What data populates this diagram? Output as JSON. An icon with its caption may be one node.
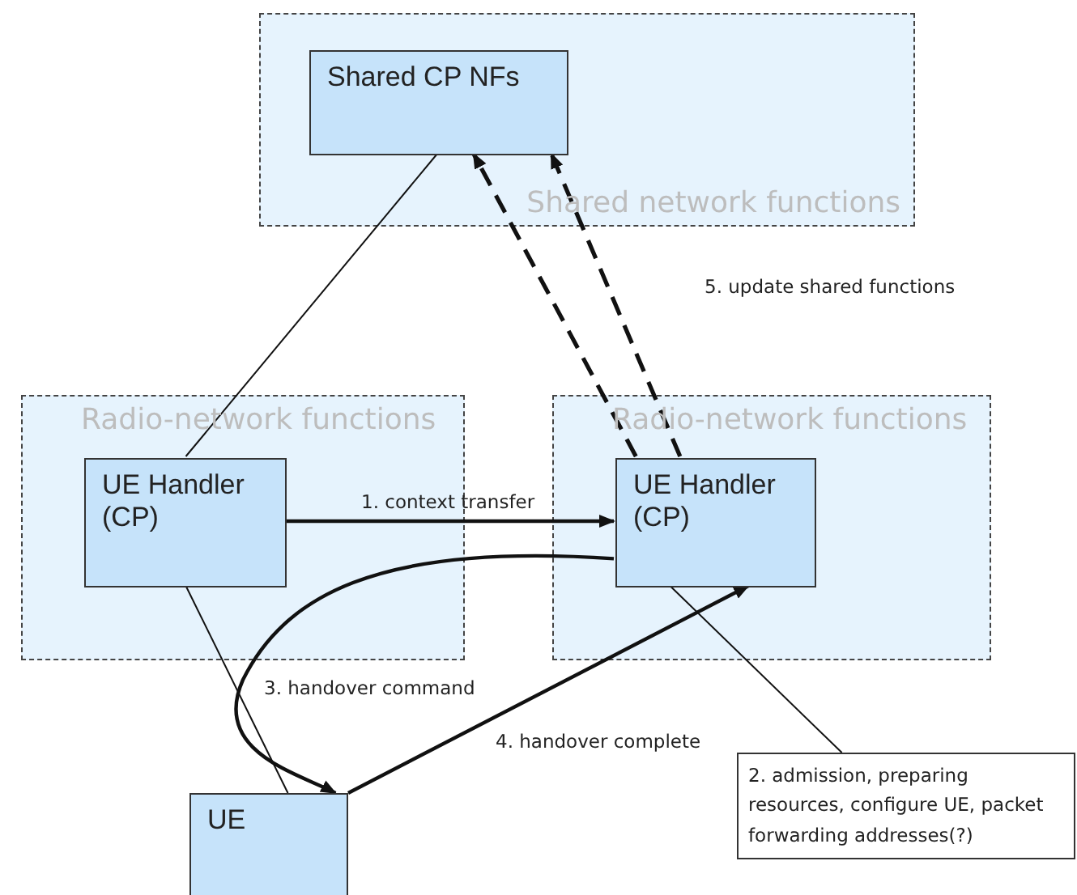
{
  "diagram": {
    "nodes": [
      {
        "text": [
          "Shared network functions"
        ]
      },
      {
        "text": [
          "Shared CP NFs"
        ],
        "in": 0
      },
      {
        "text": [
          "Radio-network functions"
        ]
      },
      {
        "text": [
          "UE Handler (CP)"
        ],
        "in": 2
      },
      {
        "text": [
          "Radio-network functions"
        ]
      },
      {
        "text": [
          "UE Handler (CP)"
        ],
        "in": 4
      },
      {
        "text": [
          "UE"
        ]
      },
      {
        "text": [
          "2. admission, preparing resources, configure UE, packet forwarding addresses(?)"
        ]
      }
    ],
    "edges": [
      {
        "from": 1,
        "to": 3,
        "arrow": "none"
      },
      {
        "from": 5,
        "to": 1,
        "arrow": "to",
        "style": "dashed"
      },
      {
        "from": 5,
        "to": 1,
        "arrow": "to",
        "style": "dashed"
      },
      {
        "from": 3,
        "to": 5,
        "arrow": "to",
        "label": "1. context transfer"
      },
      {
        "from": 5,
        "to": 6,
        "arrow": "to",
        "label": "3. handover command"
      },
      {
        "from": 6,
        "to": 5,
        "arrow": "to",
        "label": "4. handover complete"
      },
      {
        "from": 3,
        "to": 6,
        "arrow": "none"
      },
      {
        "from": 7,
        "to": 5,
        "arrow": "none"
      }
    ],
    "labels": [
      "5. update shared functions"
    ]
  }
}
